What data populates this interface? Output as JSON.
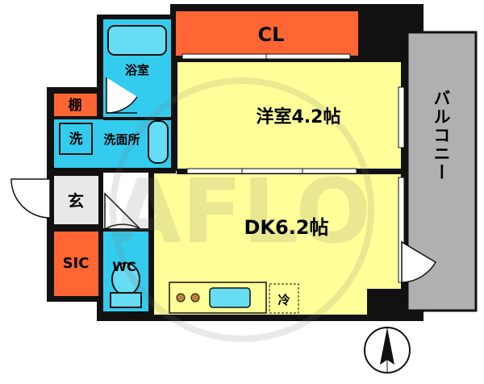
{
  "floorplan": {
    "rooms": {
      "closet": "CL",
      "western_room": "洋室4.2帖",
      "bath": "浴室",
      "shelf": "棚",
      "washer": "洗",
      "washroom": "洗面所",
      "entrance": "玄",
      "sic": "SIC",
      "wc": "WC",
      "dk": "DK6.2帖",
      "fridge": "冷",
      "balcony": "バルコニー"
    },
    "colors": {
      "wall": "#111111",
      "room_yellow": "#ffff99",
      "wet_cyan": "#33ccee",
      "closet_orange": "#ff6633",
      "balcony_gray": "#b0b0b0",
      "floor_white": "#ffffff"
    },
    "watermark": "AFLO",
    "compass": "north-arrow"
  }
}
